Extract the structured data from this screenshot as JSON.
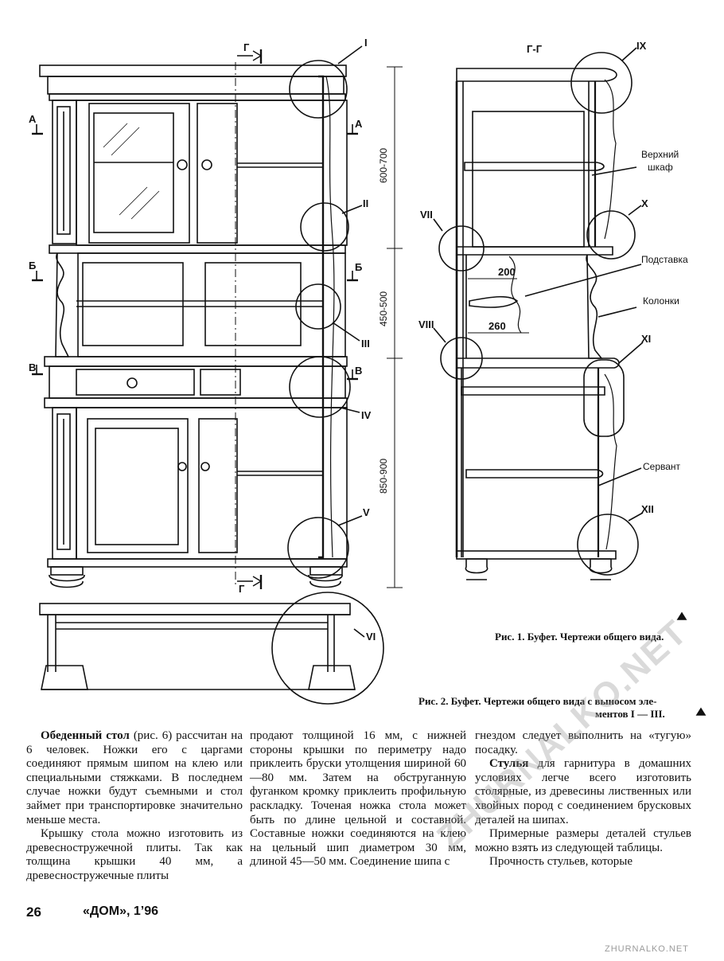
{
  "drawing": {
    "section_labels": {
      "g": "Г",
      "gg": "Г-Г",
      "a": "А",
      "b": "Б",
      "v": "В"
    },
    "detail_labels": [
      "I",
      "II",
      "III",
      "IV",
      "V",
      "VI",
      "VII",
      "VIII",
      "IX",
      "X",
      "XI",
      "XII"
    ],
    "dimensions": {
      "upper": "600-700",
      "middle": "450-500",
      "lower": "850-900",
      "depth_top": "200",
      "depth_bottom": "260"
    },
    "part_labels": {
      "upper_cabinet_1": "Верхний",
      "upper_cabinet_2": "шкаф",
      "stand": "Подставка",
      "columns": "Колонки",
      "sideboard": "Сервант"
    }
  },
  "captions": {
    "fig1": "Рис. 1. Буфет. Чертежи общего вида.",
    "fig2_line1": "Рис. 2. Буфет. Чертежи общего вида с выносом эле-",
    "fig2_line2": "ментов I — III."
  },
  "article": {
    "col1": {
      "p1_bold": "Обеденный стол",
      "p1_rest": " (рис. 6) рассчитан на 6 человек. Ножки его с царгами соединяют прямым шипом на клею или специальными стяжками. В последнем случае ножки будут съемными и стол займет при транспортировке значительно меньше места.",
      "p2": "Крышку стола можно изготовить из древесностружечной плиты. Так как толщина крышки 40 мм, а древесностружечные плиты"
    },
    "col2": {
      "p1": "продают толщиной 16 мм, с нижней стороны крышки по периметру надо приклеить бруски утолщения шириной 60—80 мм. Затем на обструганную фуганком кромку приклеить профильную раскладку. Точеная ножка стола может быть по длине цельной и составной. Составные ножки соединяются на клею на цельный шип диаметром 30 мм, длиной 45—50 мм. Соединение шипа с"
    },
    "col3": {
      "p1": "гнездом следует выполнить на «тугую» посадку.",
      "p2_bold": "Стулья",
      "p2_rest": " для гарнитура в домашних условиях легче всего изготовить столярные, из древесины лиственных или хвойных пород с соединением брусковых деталей на шипах.",
      "p3": "Примерные размеры деталей стульев можно взять из следующей таблицы.",
      "p4": "Прочность стульев, которые"
    }
  },
  "footer": {
    "page_number": "26",
    "magazine": "«ДОМ», 1’96"
  },
  "watermark": {
    "diagonal": "ZHURNALKO.NET",
    "corner": "ZHURNALKO.NET"
  }
}
